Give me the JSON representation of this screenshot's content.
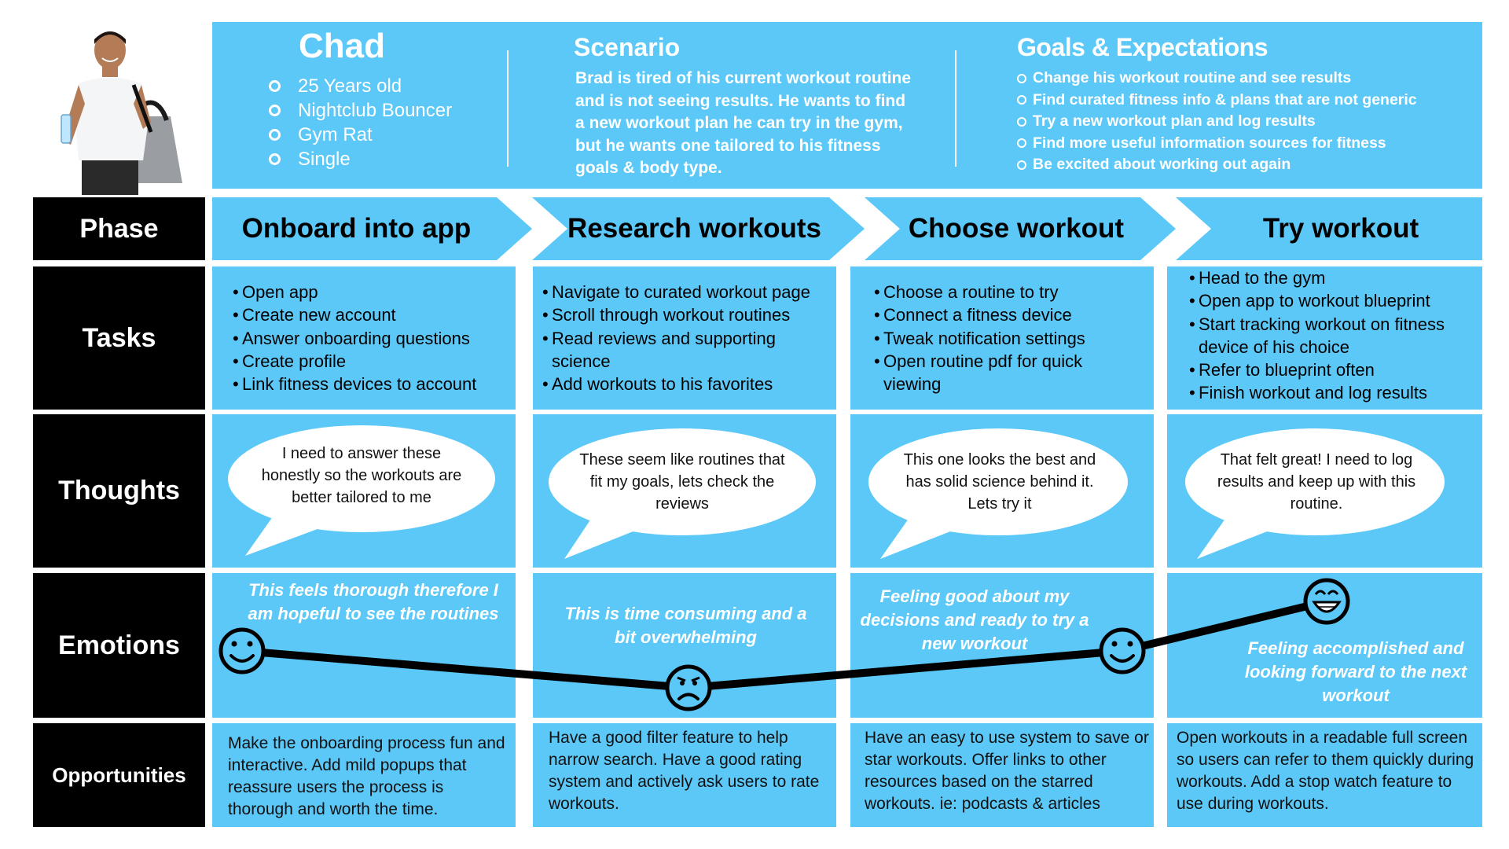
{
  "persona": {
    "name": "Chad",
    "traits": [
      "25 Years old",
      "Nightclub Bouncer",
      "Gym Rat",
      "Single"
    ]
  },
  "scenario": {
    "title": "Scenario",
    "text": "Brad is tired of his current workout routine and is not seeing results. He wants to find a new workout plan he can try in the gym, but he wants one tailored to his fitness goals & body type."
  },
  "goals": {
    "title": "Goals & Expectations",
    "items": [
      "Change his workout routine and see results",
      "Find curated fitness info & plans that are not generic",
      "Try a new workout plan and log results",
      "Find more useful information sources for fitness",
      "Be excited about working out again"
    ]
  },
  "rows": {
    "phase": "Phase",
    "tasks": "Tasks",
    "thoughts": "Thoughts",
    "emotions": "Emotions",
    "opportunities": "Opportunities"
  },
  "phases": [
    "Onboard into app",
    "Research workouts",
    "Choose workout",
    "Try workout"
  ],
  "tasks": [
    [
      "Open app",
      "Create new account",
      "Answer onboarding questions",
      "Create profile",
      "Link fitness devices to account"
    ],
    [
      "Navigate to curated workout page",
      "Scroll through workout routines",
      "Read reviews and supporting science",
      "Add workouts to his favorites"
    ],
    [
      "Choose a routine to try",
      "Connect a fitness device",
      "Tweak notification settings",
      "Open routine pdf for quick viewing"
    ],
    [
      "Head to the gym",
      "Open app to workout blueprint",
      "Start tracking workout on fitness device of his choice",
      "Refer to blueprint often",
      "Finish workout and log results"
    ]
  ],
  "thoughts": [
    "I need to answer these honestly so the workouts are better tailored to me",
    "These seem like routines that fit my goals, lets check the reviews",
    "This one looks the best and has solid science behind it. Lets try it",
    "That felt great! I need to log results and keep up with this routine."
  ],
  "emotions": [
    {
      "text": "This feels thorough therefore I am hopeful to see the routines",
      "face": "smile-icon"
    },
    {
      "text": "This is time consuming and a bit overwhelming",
      "face": "sad-icon"
    },
    {
      "text": "Feeling good about my decisions and ready to try a new workout",
      "face": "smile-icon"
    },
    {
      "text": "Feeling accomplished and looking forward to the next workout",
      "face": "grin-icon"
    }
  ],
  "opportunities": [
    "Make the onboarding process fun and interactive. Add mild popups that reassure users the process is thorough and worth the time.",
    "Have a good filter feature to help narrow search. Have a good rating system and actively ask users to rate workouts.",
    "Have an easy to use system to save or star workouts. Offer links to other resources based on the starred workouts. ie: podcasts & articles",
    "Open workouts in a readable full screen so users can refer to them quickly during workouts. Add a stop watch feature to use during workouts."
  ]
}
